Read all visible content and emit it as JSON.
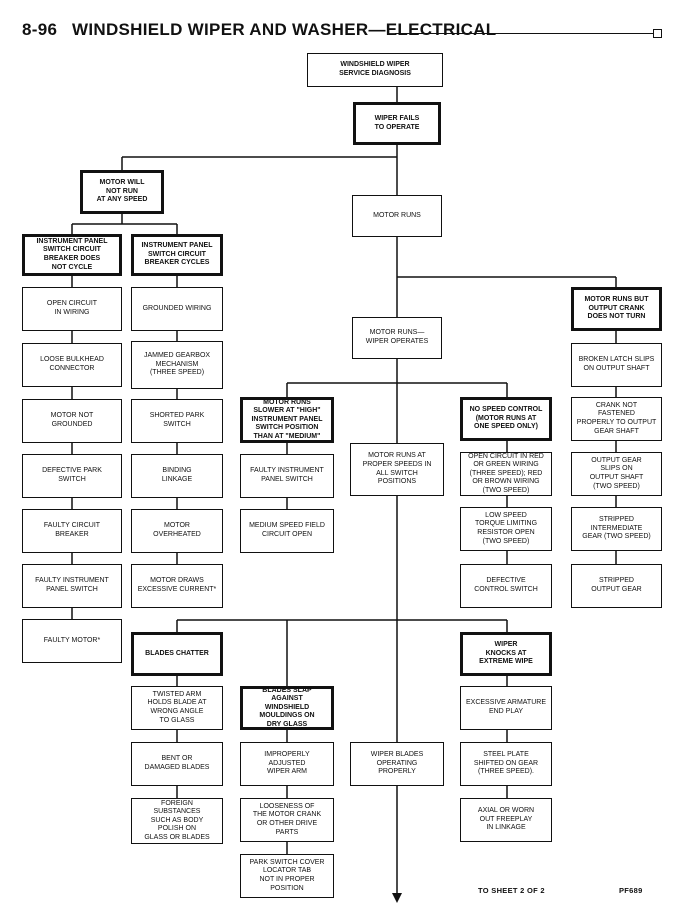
{
  "header": {
    "page_number": "8-96",
    "title": "WINDSHIELD WIPER AND WASHER—ELECTRICAL"
  },
  "nodes": {
    "root": "WINDSHIELD WIPER\nSERVICE DIAGNOSIS",
    "wiper_fails": "WIPER FAILS\nTO OPERATE",
    "motor_will_not_run": "MOTOR WILL\nNOT RUN\nAT ANY SPEED",
    "motor_runs": "MOTOR RUNS",
    "breaker_not_cycle": "INSTRUMENT PANEL\nSWITCH CIRCUIT\nBREAKER DOES\nNOT CYCLE",
    "breaker_cycles": "INSTRUMENT PANEL\nSWITCH CIRCUIT\nBREAKER CYCLES",
    "open_circuit_wiring": "OPEN CIRCUIT\nIN WIRING",
    "loose_bulkhead": "LOOSE BULKHEAD\nCONNECTOR",
    "motor_not_grounded": "MOTOR NOT\nGROUNDED",
    "defective_park_switch": "DEFECTIVE PARK\nSWITCH",
    "faulty_circuit_breaker": "FAULTY CIRCUIT\nBREAKER",
    "faulty_instrument_panel_switch_left": "FAULTY INSTRUMENT\nPANEL SWITCH",
    "faulty_motor": "FAULTY MOTOR*",
    "grounded_wiring": "GROUNDED WIRING",
    "jammed_gearbox": "JAMMED GEARBOX\nMECHANISM\n(THREE SPEED)",
    "shorted_park_switch": "SHORTED PARK\nSWITCH",
    "binding_linkage": "BINDING\nLINKAGE",
    "motor_overheated": "MOTOR\nOVERHEATED",
    "motor_draws_current": "MOTOR DRAWS\nEXCESSIVE CURRENT*",
    "motor_runs_crank_not_turn": "MOTOR RUNS BUT\nOUTPUT CRANK\nDOES NOT TURN",
    "motor_runs_wiper_operates": "MOTOR RUNS—\nWIPER OPERATES",
    "broken_latch": "BROKEN LATCH SLIPS\nON OUTPUT SHAFT",
    "crank_not_fastened": "CRANK NOT\nFASTENED\nPROPERLY TO OUTPUT\nGEAR SHAFT",
    "output_gear_slips": "OUTPUT GEAR\nSLIPS ON\nOUTPUT SHAFT\n(TWO SPEED)",
    "stripped_intermediate": "STRIPPED\nINTERMEDIATE\nGEAR (TWO SPEED)",
    "stripped_output_gear": "STRIPPED\nOUTPUT GEAR",
    "motor_runs_slower": "MOTOR RUNS\nSLOWER AT \"HIGH\"\nINSTRUMENT PANEL\nSWITCH POSITION\nTHAN AT \"MEDIUM\"",
    "faulty_instrument_panel_switch_mid": "FAULTY INSTRUMENT\nPANEL SWITCH",
    "medium_speed_field": "MEDIUM SPEED FIELD\nCIRCUIT OPEN",
    "proper_speeds": "MOTOR RUNS AT\nPROPER SPEEDS IN\nALL SWITCH\nPOSITIONS",
    "no_speed_control": "NO SPEED CONTROL\n(MOTOR RUNS AT\nONE SPEED ONLY)",
    "open_circuit_red_green": "OPEN CIRCUIT IN RED\nOR GREEN WIRING\n(THREE SPEED); RED\nOR BROWN WIRING\n(TWO SPEED)",
    "low_speed_torque": "LOW SPEED\nTORQUE LIMITING\nRESISTOR OPEN\n(TWO SPEED)",
    "defective_control_switch": "DEFECTIVE\nCONTROL SWITCH",
    "blades_chatter": "BLADES CHATTER",
    "blades_slap": "BLADES SLAP\nAGAINST\nWINDSHIELD\nMOULDINGS ON\nDRY GLASS",
    "wiper_knocks": "WIPER\nKNOCKS AT\nEXTREME WIPE",
    "twisted_arm": "TWISTED ARM\nHOLDS BLADE AT\nWRONG ANGLE\nTO GLASS",
    "bent_blades": "BENT OR\nDAMAGED BLADES",
    "foreign_substances": "FOREIGN\nSUBSTANCES\nSUCH AS BODY\nPOLISH ON\nGLASS OR BLADES",
    "improperly_adjusted": "IMPROPERLY\nADJUSTED\nWIPER ARM",
    "looseness_crank": "LOOSENESS OF\nTHE MOTOR CRANK\nOR OTHER DRIVE\nPARTS",
    "park_switch_cover": "PARK SWITCH COVER\nLOCATOR TAB\nNOT IN PROPER\nPOSITION",
    "wiper_blades_operating": "WIPER BLADES\nOPERATING\nPROPERLY",
    "excessive_armature": "EXCESSIVE ARMATURE\nEND PLAY",
    "steel_plate_shifted": "STEEL PLATE\nSHIFTED ON GEAR\n(THREE SPEED).",
    "axial_worn": "AXIAL OR WORN\nOUT FREEPLAY\nIN LINKAGE"
  },
  "footer": {
    "to_sheet": "TO SHEET 2 OF 2",
    "figure_code": "PF689"
  }
}
